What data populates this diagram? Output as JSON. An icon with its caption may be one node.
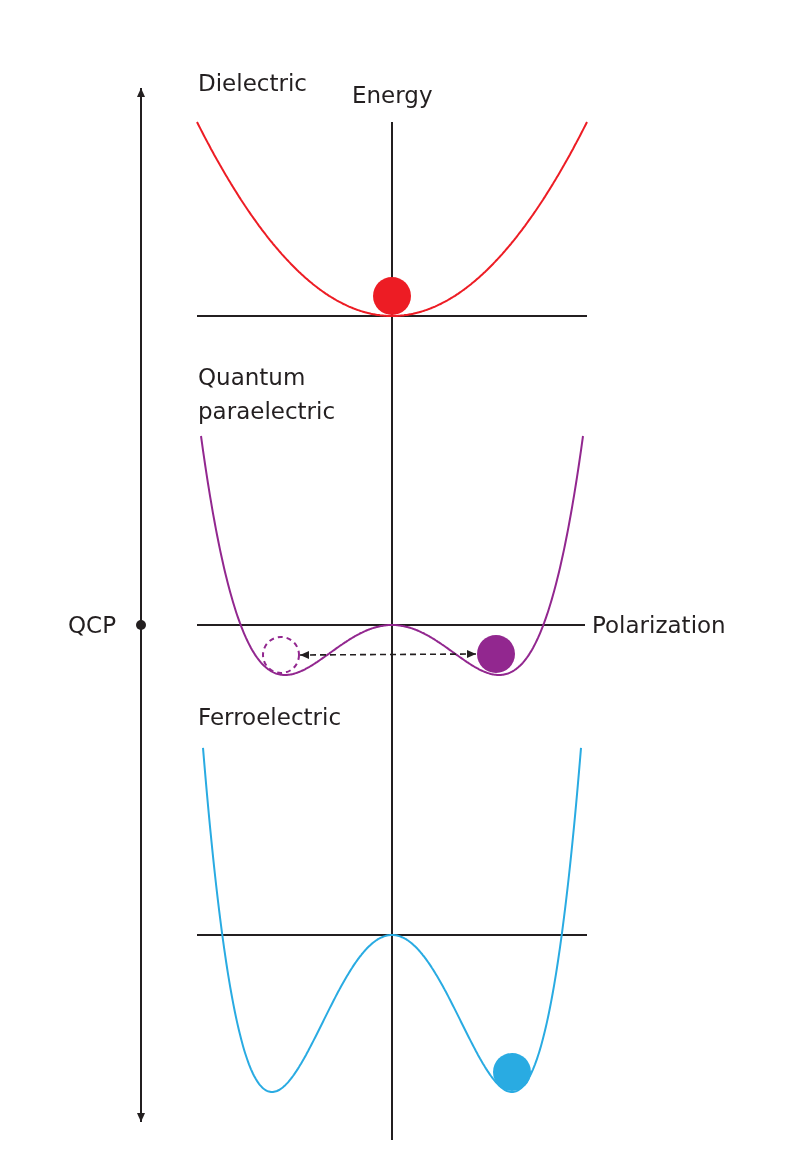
{
  "diagram": {
    "nodes": [
      {
        "text": [],
        "shape": "circle"
      },
      {
        "text": [],
        "shape": "circle"
      }
    ],
    "edges": [
      {
        "from": 0,
        "to": 1,
        "arrow": "both",
        "style": "dashed"
      }
    ],
    "labels": [
      "Dielectric",
      "Energy",
      "Quantum paraelectric",
      "QCP",
      "Polarization",
      "Ferroelectric"
    ]
  }
}
